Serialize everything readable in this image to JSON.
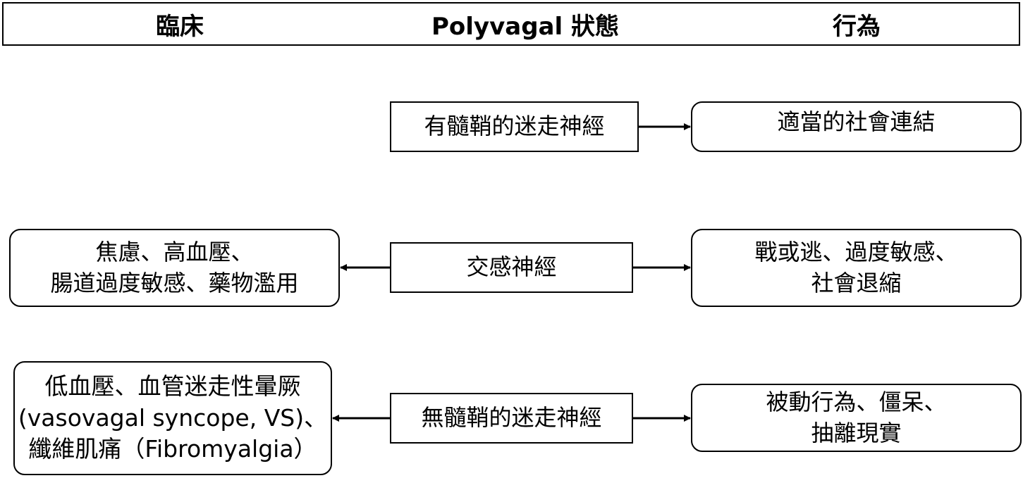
{
  "header": {
    "col1": "臨床",
    "col2": "Polyvagal 狀態",
    "col3": "行為"
  },
  "rows": {
    "row1": {
      "state": "有髓鞘的迷走神經",
      "behavior": "適當的社會連結"
    },
    "row2": {
      "clinical": [
        "焦慮、高血壓、",
        "腸道過度敏感、藥物濫用"
      ],
      "state": "交感神經",
      "behavior": [
        "戰或逃、過度敏感、",
        "社會退縮"
      ]
    },
    "row3": {
      "clinical": [
        "低血壓、血管迷走性暈厥",
        "(vasovagal syncope, VS)、",
        "纖維肌痛（Fibromyalgia）"
      ],
      "state": "無髓鞘的迷走神經",
      "behavior": [
        "被動行為、僵呆、",
        "抽離現實"
      ]
    }
  }
}
